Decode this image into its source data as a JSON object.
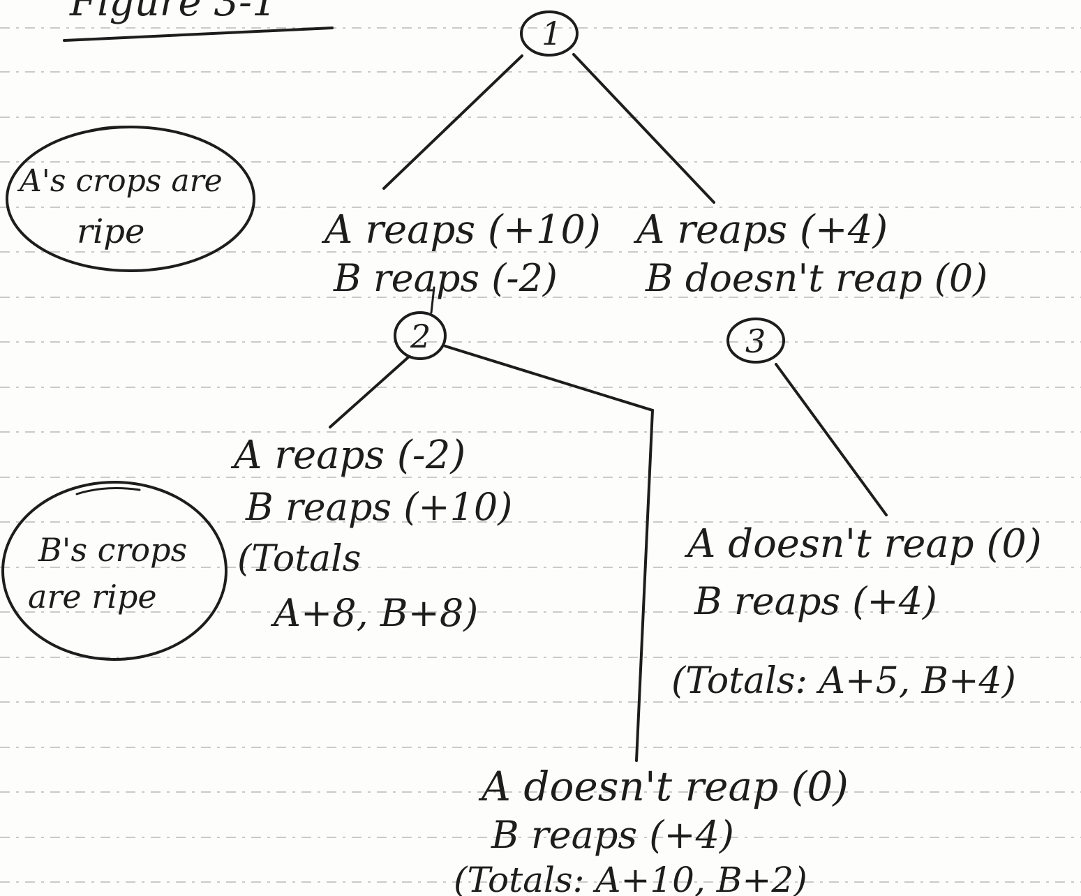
{
  "figure_label": "Figure 3-1",
  "nodes": {
    "n1": "1",
    "n2": "2",
    "n3": "3"
  },
  "annotations": {
    "a_crops_line1": "A's crops are",
    "a_crops_line2": "ripe",
    "b_crops_line1": "B's crops",
    "b_crops_line2": "are ripe"
  },
  "outcomes": {
    "n1_left": {
      "line1": "A reaps (+10)",
      "line2": "B reaps (-2)"
    },
    "n1_right": {
      "line1": "A reaps (+4)",
      "line2": "B doesn't reap (0)"
    },
    "n2_left": {
      "line1": "A reaps (-2)",
      "line2": "B reaps (+10)",
      "line3": "(Totals",
      "line4": "A+8, B+8)"
    },
    "n2_right": {
      "line1": "A doesn't reap (0)",
      "line2": "B reaps (+4)",
      "line3": "(Totals: A+10, B+2)"
    },
    "n3_child": {
      "line1": "A doesn't reap (0)",
      "line2": "B reaps (+4)",
      "line3": "(Totals: A+5, B+4)"
    }
  }
}
